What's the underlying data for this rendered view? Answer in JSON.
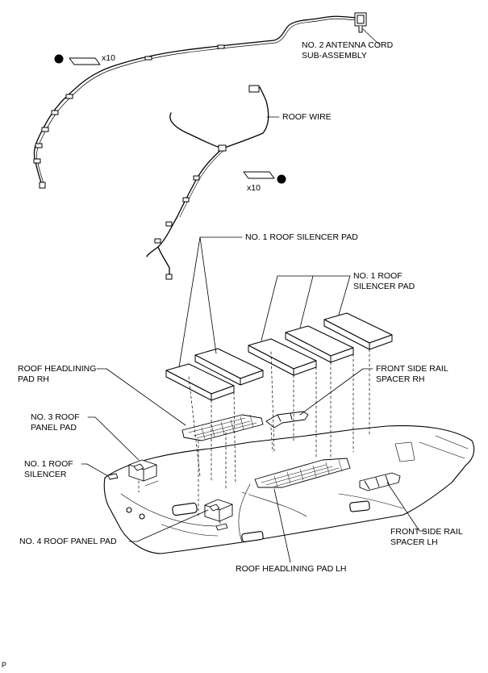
{
  "labels": {
    "antenna_cord_1": "NO. 2 ANTENNA CORD",
    "antenna_cord_2": "SUB-ASSEMBLY",
    "roof_wire": "ROOF WIRE",
    "silencer_pad_top": "NO. 1 ROOF SILENCER PAD",
    "silencer_pad_right_1": "NO. 1 ROOF",
    "silencer_pad_right_2": "SILENCER PAD",
    "headlining_rh_1": "ROOF HEADLINING",
    "headlining_rh_2": "PAD RH",
    "front_rail_rh_1": "FRONT SIDE RAIL",
    "front_rail_rh_2": "SPACER RH",
    "panel_pad_3_1": "NO. 3 ROOF",
    "panel_pad_3_2": "PANEL PAD",
    "roof_silencer_1": "NO. 1 ROOF",
    "roof_silencer_2": "SILENCER",
    "panel_pad_4": "NO. 4 ROOF PANEL PAD",
    "front_rail_lh_1": "FRONT SIDE RAIL",
    "front_rail_lh_2": "SPACER LH",
    "headlining_lh": "ROOF HEADLINING PAD LH"
  },
  "clip_counts": {
    "antenna": "x10",
    "wire": "x10"
  },
  "corner_mark": "P",
  "colors": {
    "line": "#000000",
    "fill": "#ffffff",
    "shade": "#cfcfcf"
  }
}
